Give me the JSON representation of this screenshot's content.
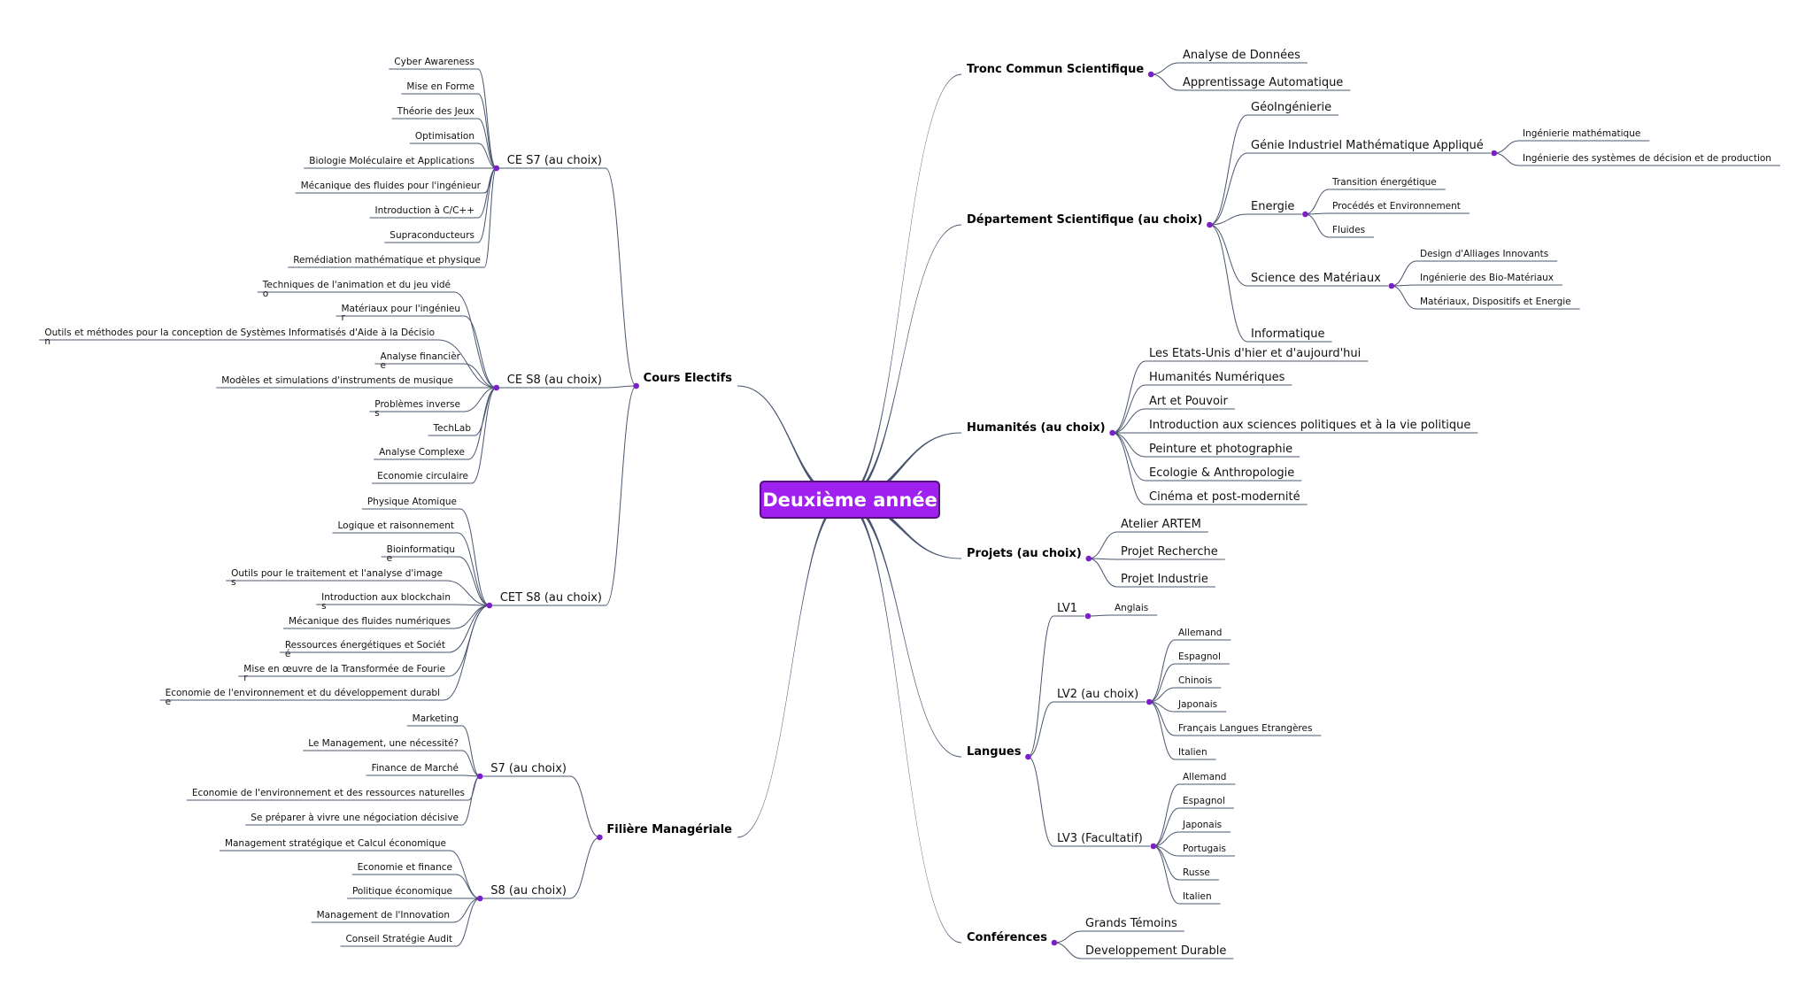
{
  "root": "Deuxième année",
  "colors": {
    "root_fill": "#a020f0",
    "root_border": "#55127f",
    "dot": "#7b1fc9",
    "edge": "#4a566e"
  },
  "right": [
    {
      "label": "Tronc Commun Scientifique",
      "children": [
        {
          "label": "Analyse de Données"
        },
        {
          "label": "Apprentissage Automatique"
        }
      ]
    },
    {
      "label": "Département Scientifique (au choix)",
      "children": [
        {
          "label": "GéoIngénierie"
        },
        {
          "label": "Génie Industriel Mathématique Appliqué",
          "children": [
            {
              "label": "Ingénierie mathématique"
            },
            {
              "label": "Ingénierie des systèmes de décision et de production"
            }
          ]
        },
        {
          "label": "Energie",
          "children": [
            {
              "label": "Transition énergétique"
            },
            {
              "label": "Procédés et Environnement"
            },
            {
              "label": "Fluides"
            }
          ]
        },
        {
          "label": "Science des Matériaux",
          "children": [
            {
              "label": "Design d'Alliages Innovants"
            },
            {
              "label": "Ingénierie des Bio-Matériaux"
            },
            {
              "label": "Matériaux, Dispositifs et Energie"
            }
          ]
        },
        {
          "label": "Informatique"
        }
      ]
    },
    {
      "label": "Humanités (au choix)",
      "children": [
        {
          "label": "Les Etats-Unis d'hier et d'aujourd'hui"
        },
        {
          "label": "Humanités Numériques"
        },
        {
          "label": "Art et Pouvoir"
        },
        {
          "label": "Introduction aux sciences politiques et à la vie politique"
        },
        {
          "label": "Peinture et photographie"
        },
        {
          "label": "Ecologie & Anthropologie"
        },
        {
          "label": "Cinéma et post-modernité"
        }
      ]
    },
    {
      "label": "Projets (au choix)",
      "children": [
        {
          "label": "Atelier ARTEM"
        },
        {
          "label": "Projet Recherche"
        },
        {
          "label": "Projet Industrie"
        }
      ]
    },
    {
      "label": "Langues",
      "children": [
        {
          "label": "LV1",
          "children": [
            {
              "label": "Anglais"
            }
          ]
        },
        {
          "label": "LV2 (au choix)",
          "children": [
            {
              "label": "Allemand"
            },
            {
              "label": "Espagnol"
            },
            {
              "label": "Chinois"
            },
            {
              "label": "Japonais"
            },
            {
              "label": "Français Langues Etrangères"
            },
            {
              "label": "Italien"
            }
          ]
        },
        {
          "label": "LV3 (Facultatif)",
          "children": [
            {
              "label": "Allemand"
            },
            {
              "label": "Espagnol"
            },
            {
              "label": "Japonais"
            },
            {
              "label": "Portugais"
            },
            {
              "label": "Russe"
            },
            {
              "label": "Italien"
            }
          ]
        }
      ]
    },
    {
      "label": "Conférences",
      "children": [
        {
          "label": "Grands Témoins"
        },
        {
          "label": "Developpement Durable"
        }
      ]
    }
  ],
  "left": [
    {
      "label": "Cours Electifs",
      "children": [
        {
          "label": "CE S7 (au choix)",
          "children": [
            {
              "label": "Cyber Awareness"
            },
            {
              "label": "Mise en Forme"
            },
            {
              "label": "Théorie des Jeux"
            },
            {
              "label": "Optimisation"
            },
            {
              "label": "Biologie Moléculaire et Applications"
            },
            {
              "label": "Mécanique des fluides pour l'ingénieur"
            },
            {
              "label": "Introduction à C/C++"
            },
            {
              "label": "Supraconducteurs"
            },
            {
              "label": "Remédiation mathématique et physique"
            }
          ]
        },
        {
          "label": "CE S8 (au choix)",
          "children": [
            {
              "label": "Techniques de l'animation et du jeu vidé",
              "wrap": "o"
            },
            {
              "label": "Matériaux pour l'ingénieu",
              "wrap": "r"
            },
            {
              "label": "Outils et méthodes pour la conception de Systèmes Informatisés d'Aide à la Décisio",
              "wrap": "n"
            },
            {
              "label": "Analyse financièr",
              "wrap": "e"
            },
            {
              "label": "Modèles et simulations d'instruments de musique"
            },
            {
              "label": "Problèmes inverse",
              "wrap": "s"
            },
            {
              "label": "TechLab"
            },
            {
              "label": "Analyse Complexe"
            },
            {
              "label": "Economie circulaire"
            }
          ]
        },
        {
          "label": "CET S8 (au choix)",
          "children": [
            {
              "label": "Physique Atomique"
            },
            {
              "label": "Logique et raisonnement"
            },
            {
              "label": "Bioinformatiqu",
              "wrap": "e"
            },
            {
              "label": "Outils pour le traitement et l'analyse d'image",
              "wrap": "s"
            },
            {
              "label": "Introduction aux blockchain",
              "wrap": "s"
            },
            {
              "label": "Mécanique des fluides numériques"
            },
            {
              "label": "Ressources énergétiques et Sociét",
              "wrap": "é"
            },
            {
              "label": "Mise en œuvre de la Transformée de Fourie",
              "wrap": "r"
            },
            {
              "label": "Economie de l'environnement et du développement durabl",
              "wrap": "e"
            }
          ]
        }
      ]
    },
    {
      "label": "Filière Managériale",
      "children": [
        {
          "label": "S7 (au choix)",
          "children": [
            {
              "label": "Marketing"
            },
            {
              "label": "Le Management, une nécessité?"
            },
            {
              "label": "Finance de Marché"
            },
            {
              "label": "Economie de l'environnement et des ressources naturelles"
            },
            {
              "label": "Se préparer à vivre une négociation décisive"
            }
          ]
        },
        {
          "label": "S8 (au choix)",
          "children": [
            {
              "label": "Management stratégique et Calcul économique"
            },
            {
              "label": "Economie et finance"
            },
            {
              "label": "Politique économique"
            },
            {
              "label": "Management de l'Innovation"
            },
            {
              "label": "Conseil Stratégie Audit"
            }
          ]
        }
      ]
    }
  ]
}
